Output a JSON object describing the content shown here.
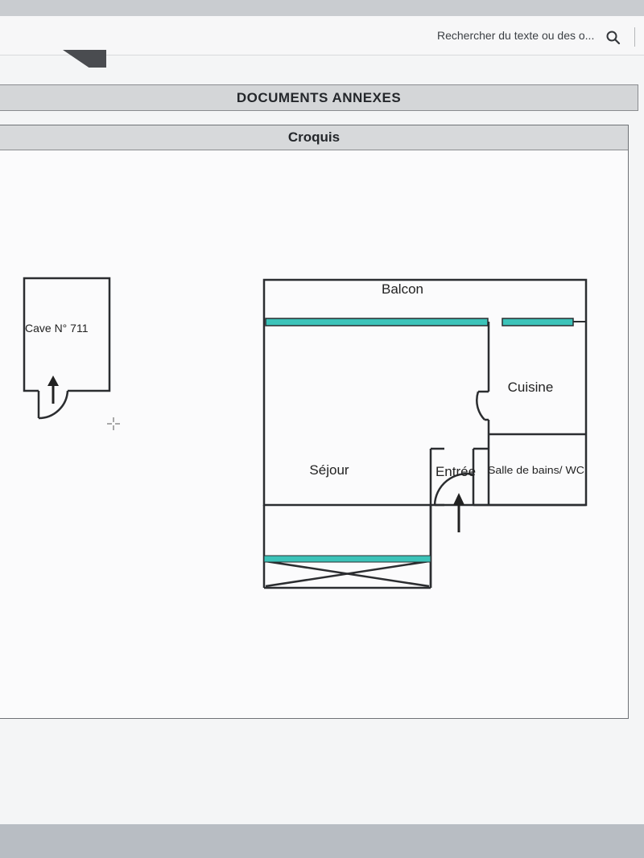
{
  "search": {
    "placeholder": "Rechercher du texte ou des o...",
    "icon": "search-icon"
  },
  "section": {
    "title": "DOCUMENTS ANNEXES"
  },
  "sketch": {
    "title": "Croquis",
    "rooms": {
      "cave": "Cave N° 711",
      "balcon": "Balcon",
      "cuisine": "Cuisine",
      "sejour": "Séjour",
      "entree": "Entrée",
      "salle_de_bains": "Salle de bains/ WC"
    }
  },
  "colors": {
    "wall": "#2b2d30",
    "window": "#3cc3b9",
    "section_bg": "#d4d6d8"
  }
}
